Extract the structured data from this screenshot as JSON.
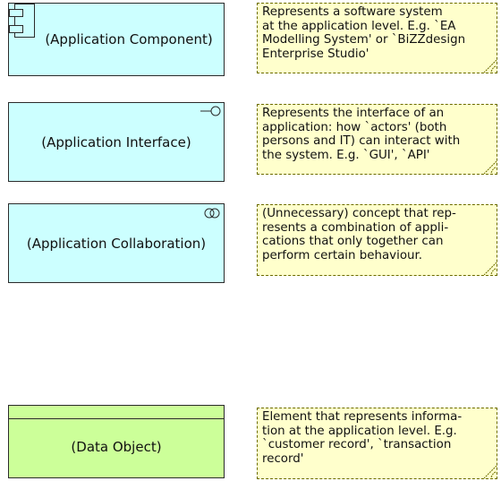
{
  "elements": [
    {
      "name": "application-component",
      "label": "(Application Component)"
    },
    {
      "name": "application-interface",
      "label": "(Application Interface)"
    },
    {
      "name": "application-collaboration",
      "label": "(Application Collaboration)"
    },
    {
      "name": "data-object",
      "label": "(Data Object)"
    }
  ],
  "notes": [
    {
      "lines": [
        "Represents a software system",
        "at the application level. E.g. `EA",
        "Modelling System' or `BiZZdesign",
        "Enterprise Studio'"
      ]
    },
    {
      "lines": [
        "Represents the interface of an",
        "application: how `actors' (both",
        "persons and IT) can interact with",
        "the system. E.g. `GUI', `API'"
      ]
    },
    {
      "lines": [
        "(Unnecessary) concept that rep-",
        "resents a combination of appli-",
        "cations that only together can",
        "perform certain behaviour."
      ]
    },
    {
      "lines": [
        "Element that represents informa-",
        "tion at the application level. E.g.",
        "`customer record', `transaction",
        "record'"
      ]
    }
  ],
  "colors": {
    "application_fill": "#ccffff",
    "data_fill": "#ccff99",
    "note_fill": "#ffffcc"
  },
  "icons": [
    "component-icon",
    "interface-icon",
    "collaboration-icon"
  ]
}
